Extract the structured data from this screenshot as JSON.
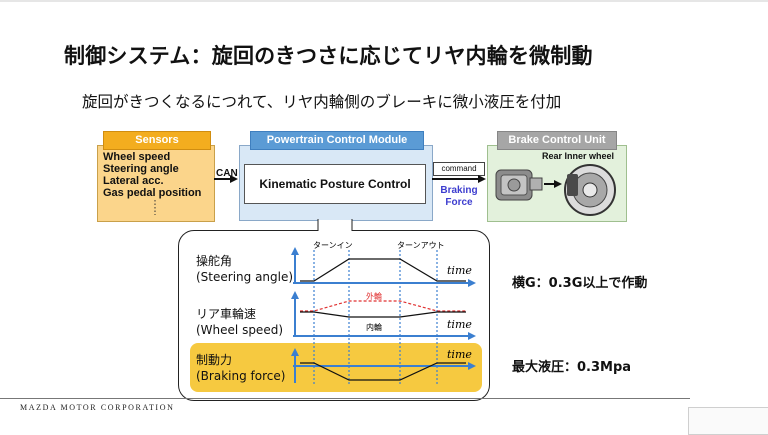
{
  "title": "制御システム：旋回のきつさに応じてリヤ内輪を微制動",
  "subtitle": "旋回がきつくなるにつれて、リヤ内輪側のブレーキに微小液圧を付加",
  "sensors": {
    "header": "Sensors",
    "items": [
      "Wheel speed",
      "Steering angle",
      "Lateral acc.",
      "Gas pedal position"
    ]
  },
  "can_label": "CAN",
  "pcm": {
    "header": "Powertrain Control Module",
    "inner": "Kinematic Posture Control"
  },
  "command_label": "command",
  "braking_force_label": "Braking Force",
  "bcu": {
    "header": "Brake Control Unit",
    "rear_inner_wheel": "Rear Inner wheel"
  },
  "graph": {
    "turn_in": "ターンイン",
    "turn_out": "ターンアウト",
    "time_label": "time",
    "outer_wheel": "外輪",
    "inner_wheel": "内輪",
    "rows": [
      {
        "jp": "操舵角",
        "en": "(Steering angle)"
      },
      {
        "jp": "リア車輪速",
        "en": "(Wheel speed)"
      },
      {
        "jp": "制動力",
        "en": "(Braking force)"
      }
    ]
  },
  "notes": {
    "lateral_g": "横G：0.3G以上で作動",
    "max_pressure": "最大液圧：0.3Mpa"
  },
  "footer": "MAZDA MOTOR CORPORATION",
  "colors": {
    "sensors_header": "#f3ad1f",
    "sensors_body": "#fbd58b",
    "pcm_header": "#5b9bd5",
    "pcm_body": "#d9e8f6",
    "bcu_header": "#a6a6a6",
    "bcu_body": "#e3f1dc",
    "arrow_blue": "#3b7fd0",
    "outer_wheel_red": "#e03030",
    "braking_band": "#f6c940"
  }
}
